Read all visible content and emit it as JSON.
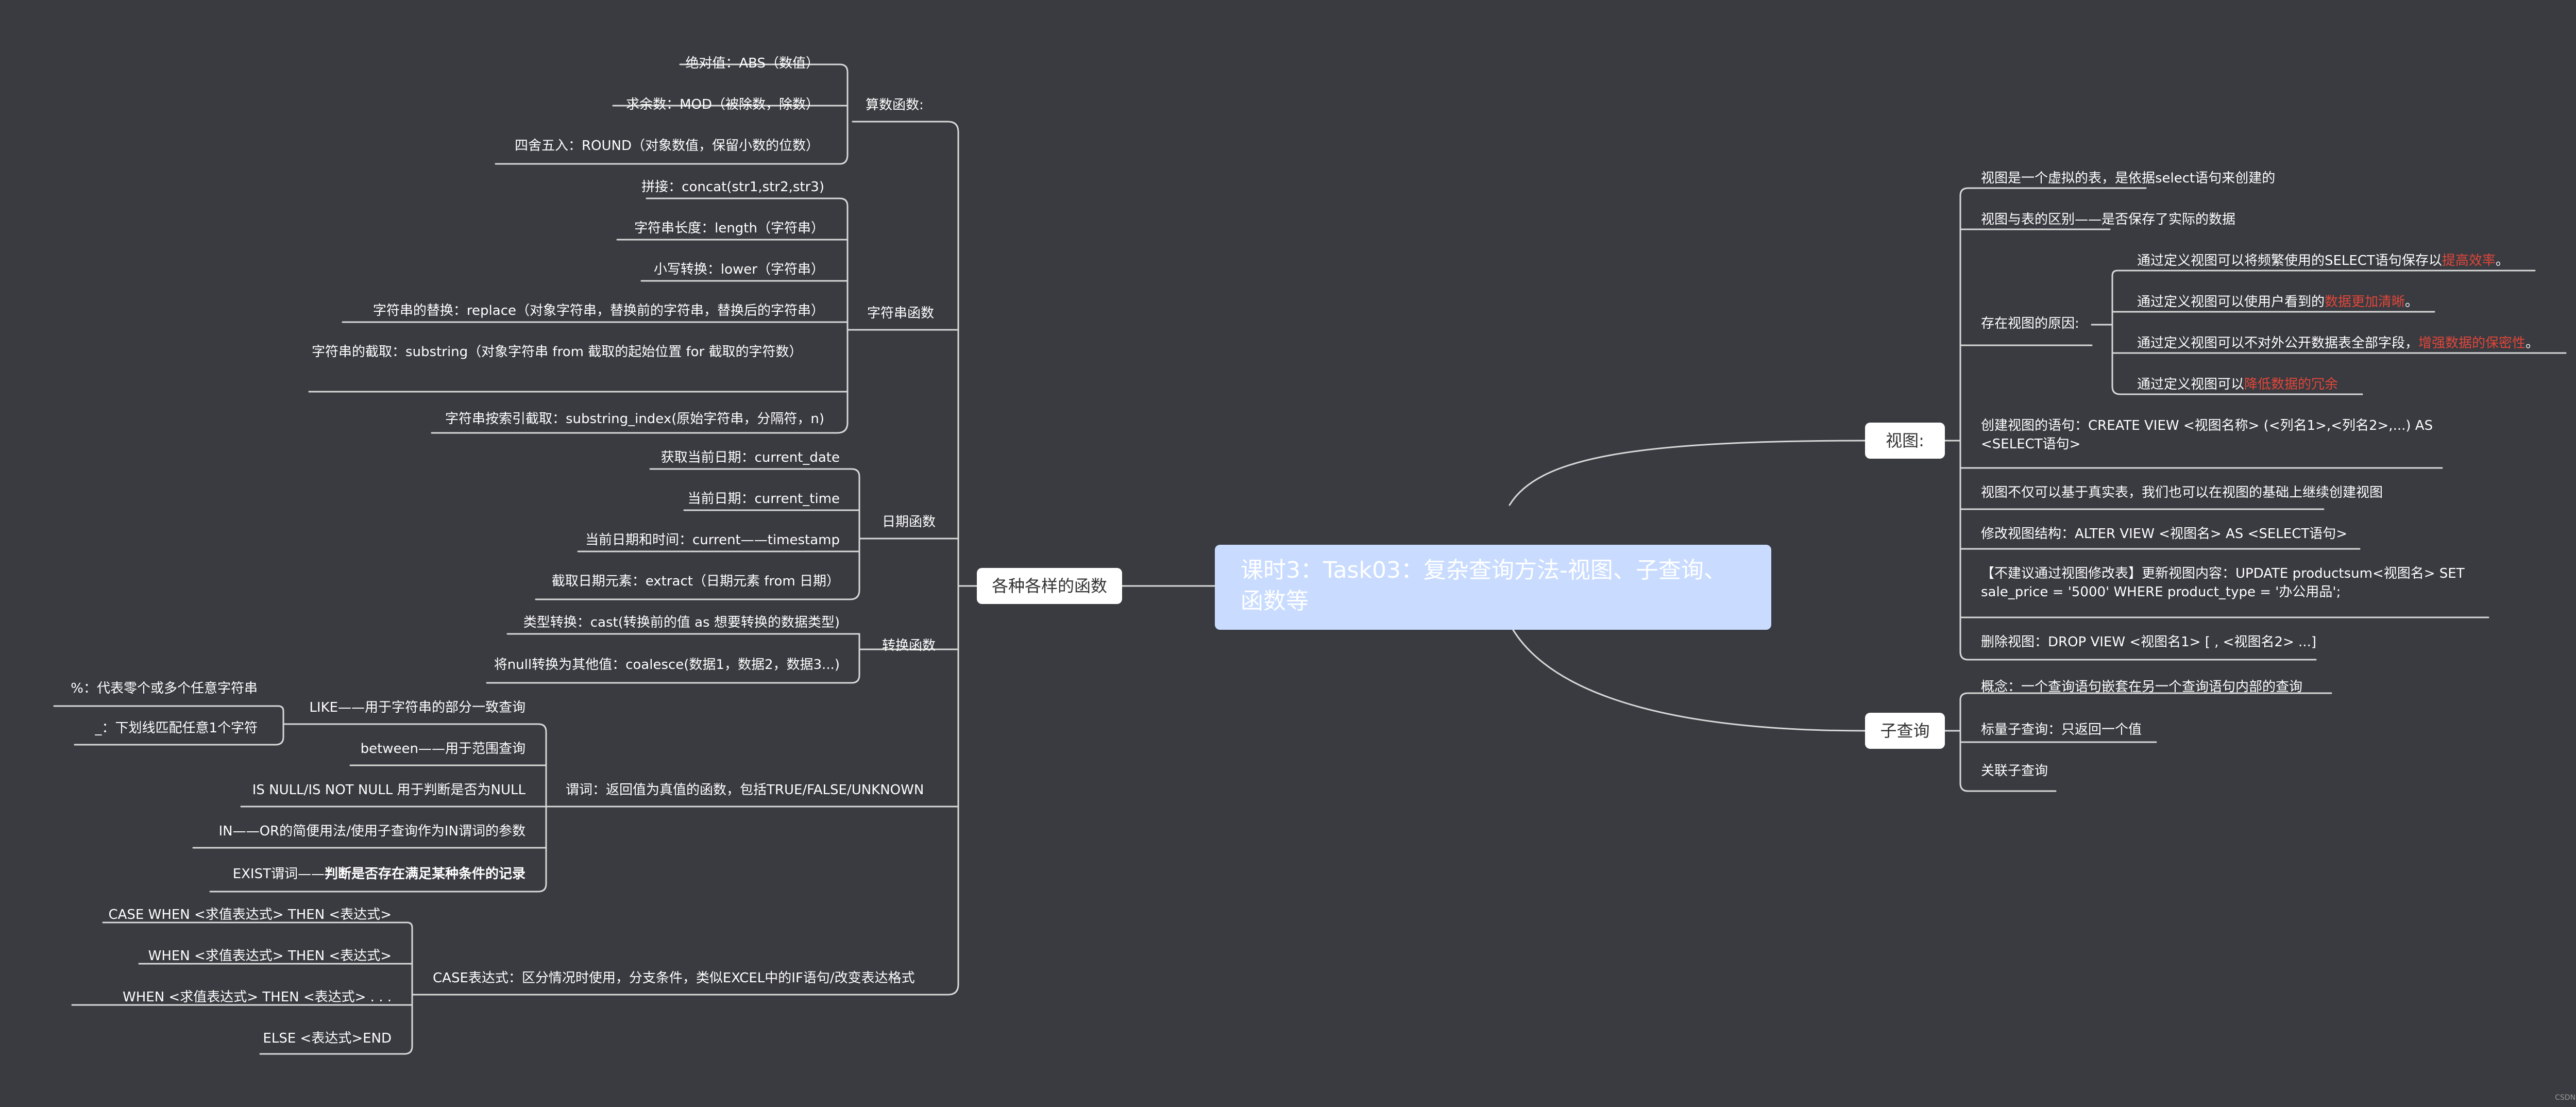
{
  "center": {
    "title": "课时3：Task03：复杂查询方法-视图、子查询、函数等"
  },
  "credit": "CSDN @shengOyB",
  "left": {
    "branch": "各种各样的函数",
    "groups": [
      {
        "label": "算数函数:",
        "items": [
          "绝对值：ABS（数值）",
          "求余数：MOD（被除数，除数）",
          "四舍五入：ROUND（对象数值，保留小数的位数）"
        ]
      },
      {
        "label": "字符串函数",
        "items": [
          "拼接：concat(str1,str2,str3)",
          "字符串长度：length（字符串）",
          "小写转换：lower（字符串）",
          "字符串的替换：replace（对象字符串，替换前的字符串，替换后的字符串）",
          "字符串的截取：substring（对象字符串 from 截取的起始位置 for 截取的字符数）",
          "字符串按索引截取：substring_index(原始字符串，分隔符，n)"
        ]
      },
      {
        "label": "日期函数",
        "items": [
          "获取当前日期：current_date",
          "当前日期：current_time",
          "当前日期和时间：current——timestamp",
          "截取日期元素：extract（日期元素 from 日期）"
        ]
      },
      {
        "label": "转换函数",
        "items": [
          "类型转换：cast(转换前的值 as 想要转换的数据类型)",
          "将null转换为其他值：coalesce(数据1，数据2，数据3...)"
        ]
      },
      {
        "label": "谓词：返回值为真值的函数，包括TRUE/FALSE/UNKNOWN",
        "items": [
          "LIKE——用于字符串的部分一致查询",
          "between——用于范围查询",
          "IS NULL/IS  NOT NULL 用于判断是否为NULL",
          "IN——OR的简便用法/使用子查询作为IN谓词的参数",
          "EXIST谓词——"
        ],
        "like_children": [
          "%：代表零个或多个任意字符串",
          "_：下划线匹配任意1个字符"
        ],
        "exist_bold": "判断是否存在满足某种条件的记录"
      },
      {
        "label": "CASE表达式：区分情况时使用，分支条件，类似EXCEL中的IF语句/改变表达格式",
        "items": [
          "CASE WHEN <求值表达式> THEN <表达式>",
          "WHEN <求值表达式> THEN <表达式>",
          "WHEN <求值表达式> THEN <表达式>   .    .    .",
          "ELSE <表达式>END"
        ]
      }
    ]
  },
  "right": {
    "view": {
      "branch": "视图:",
      "items": [
        "视图是一个虚拟的表，是依据select语句来创建的",
        "视图与表的区别——是否保存了实际的数据",
        "存在视图的原因:",
        "创建视图的语句：CREATE  VIEW  <视图名称> (<列名1>,<列名2>,...)  AS  <SELECT语句>",
        "视图不仅可以基于真实表，我们也可以在视图的基础上继续创建视图",
        "修改视图结构：ALTER  VIEW  <视图名>  AS  <SELECT语句>",
        "【不建议通过视图修改表】更新视图内容：UPDATE productsum<视图名>   SET sale_price = '5000' WHERE product_type = '办公用品';",
        "删除视图：DROP VIEW <视图名1> [ , <视图名2> ...]"
      ],
      "reasons": [
        {
          "text": "通过定义视图可以将频繁使用的SELECT语句保存以",
          "red": "提高效率",
          "tail": "。"
        },
        {
          "text": "通过定义视图可以使用户看到的",
          "red": "数据更加清晰",
          "tail": "。"
        },
        {
          "text": "通过定义视图可以不对外公开数据表全部字段，",
          "red": "增强数据的保密性",
          "tail": "。"
        },
        {
          "text": "通过定义视图可以",
          "red": "降低数据的冗余",
          "tail": ""
        }
      ]
    },
    "subquery": {
      "branch": "子查询",
      "items": [
        "概念：一个查询语句嵌套在另一个查询语句内部的查询",
        "标量子查询：只返回一个值",
        "关联子查询"
      ]
    }
  }
}
